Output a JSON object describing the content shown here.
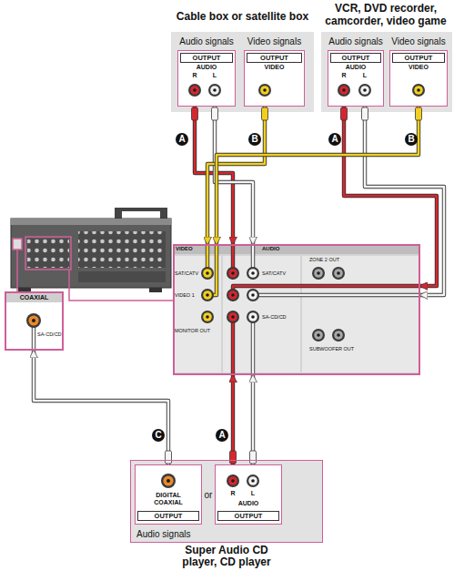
{
  "diagram": {
    "nodes": [
      {
        "text": [
          "Cable box or satellite box"
        ]
      },
      {
        "text": [
          "Audio signals",
          "OUTPUT",
          "AUDIO",
          "R",
          "L"
        ],
        "in": 0
      },
      {
        "text": [
          "Video signals",
          "OUTPUT",
          "VIDEO"
        ],
        "in": 0
      },
      {
        "text": [
          "VCR, DVD recorder, camcorder, video game"
        ]
      },
      {
        "text": [
          "Audio signals",
          "OUTPUT",
          "AUDIO",
          "R",
          "L"
        ],
        "in": 3
      },
      {
        "text": [
          "Video signals",
          "OUTPUT",
          "VIDEO"
        ],
        "in": 3
      },
      {
        "text": [
          "VIDEO",
          "AUDIO",
          "SAT/CATV",
          "VIDEO 1",
          "MONITOR OUT",
          "SAT/CATV",
          "SA-CD/CD",
          "ZONE 2 OUT",
          "SUBWOOFER OUT"
        ]
      },
      {
        "text": [
          "COAXIAL",
          "SA-CD/CD"
        ]
      },
      {
        "text": [
          "Audio signals",
          "Super Audio CD player, CD player"
        ]
      },
      {
        "text": [
          "DIGITAL COAXIAL",
          "OUTPUT"
        ],
        "in": 8
      },
      {
        "text": [
          "R",
          "L",
          "AUDIO",
          "OUTPUT"
        ],
        "in": 8
      }
    ],
    "edges": [
      {
        "from": 1,
        "to": 6,
        "arrow": "to"
      },
      {
        "from": 2,
        "to": 6,
        "arrow": "to"
      },
      {
        "from": 4,
        "to": 6,
        "arrow": "to"
      },
      {
        "from": 5,
        "to": 6,
        "arrow": "to"
      },
      {
        "from": 9,
        "to": 7,
        "arrow": "to"
      },
      {
        "from": 10,
        "to": 6,
        "arrow": "to"
      }
    ],
    "labels": [
      "A",
      "B",
      "A",
      "B",
      "C",
      "A",
      "or"
    ]
  }
}
